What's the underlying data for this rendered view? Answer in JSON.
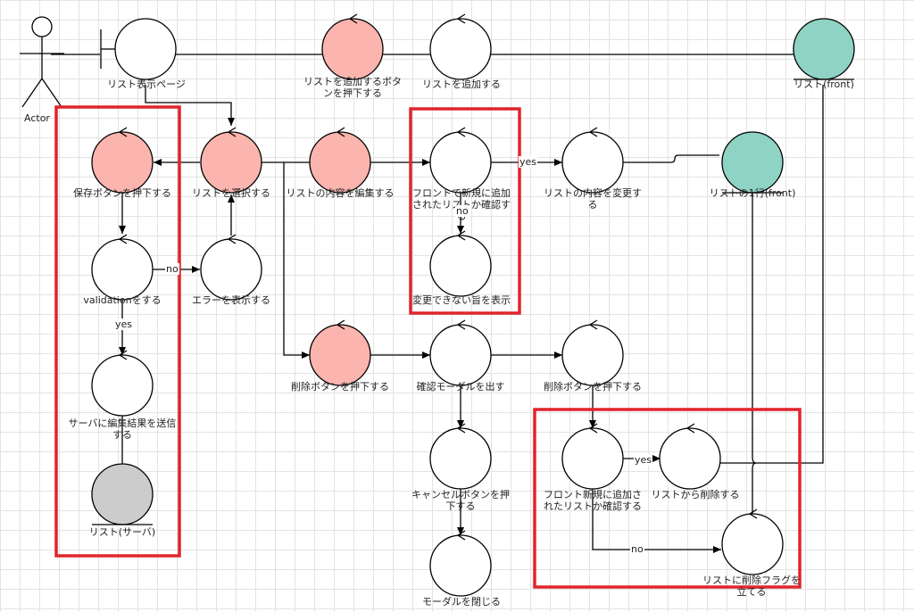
{
  "actor": "Actor",
  "colors": {
    "pink": "#fbb4ae",
    "teal": "#8fd3c4",
    "gray": "#cccccc",
    "white": "#ffffff",
    "highlight": "#e0252b"
  },
  "nodes": {
    "list_page": {
      "label": "リスト表示ページ",
      "type": "boundary",
      "fill": "white"
    },
    "add_button": {
      "label": "リストを追加するボタンを押下する",
      "type": "control",
      "fill": "pink"
    },
    "add_list": {
      "label": "リストを追加する",
      "type": "control",
      "fill": "white"
    },
    "list_front": {
      "label": "リスト(front)",
      "type": "entity",
      "fill": "teal"
    },
    "save_button": {
      "label": "保存ボタンを押下する",
      "type": "control",
      "fill": "pink"
    },
    "select_list": {
      "label": "リストを選択する",
      "type": "control",
      "fill": "pink"
    },
    "edit_content": {
      "label": "リストの内容を編集する",
      "type": "control",
      "fill": "pink"
    },
    "check_new": {
      "label": "フロントで新規に追加されたリストか確認する",
      "type": "control",
      "fill": "white"
    },
    "change_content": {
      "label": "リストの内容を変更する",
      "type": "control",
      "fill": "white"
    },
    "list_row_front": {
      "label": "リストの1行(front)",
      "type": "entity",
      "fill": "teal"
    },
    "validation": {
      "label": "validationをする",
      "type": "control",
      "fill": "white"
    },
    "show_error": {
      "label": "エラーを表示する",
      "type": "control",
      "fill": "white"
    },
    "cannot_change": {
      "label": "変更できない旨を表示",
      "type": "control",
      "fill": "white"
    },
    "delete_button": {
      "label": "削除ボタンを押下する",
      "type": "control",
      "fill": "pink"
    },
    "confirm_modal": {
      "label": "確認モーダルを出す",
      "type": "control",
      "fill": "white"
    },
    "delete_button2": {
      "label": "削除ボタンを押下する",
      "type": "control",
      "fill": "white"
    },
    "send_server": {
      "label": "サーバに編集結果を送信する",
      "type": "control",
      "fill": "white"
    },
    "check_new2": {
      "label": "フロント新規に追加されたリストか確認する",
      "type": "control",
      "fill": "white"
    },
    "remove_list": {
      "label": "リストから削除する",
      "type": "control",
      "fill": "white"
    },
    "cancel_button": {
      "label": "キャンセルボタンを押下する",
      "type": "control",
      "fill": "white"
    },
    "list_server": {
      "label": "リスト(サーバ)",
      "type": "entity",
      "fill": "gray"
    },
    "close_modal": {
      "label": "モーダルを閉じる",
      "type": "control",
      "fill": "white"
    },
    "set_delete_flag": {
      "label": "リストに削除フラグを立てる",
      "type": "control",
      "fill": "white"
    }
  },
  "edge_labels": {
    "yes": "yes",
    "no": "no"
  }
}
